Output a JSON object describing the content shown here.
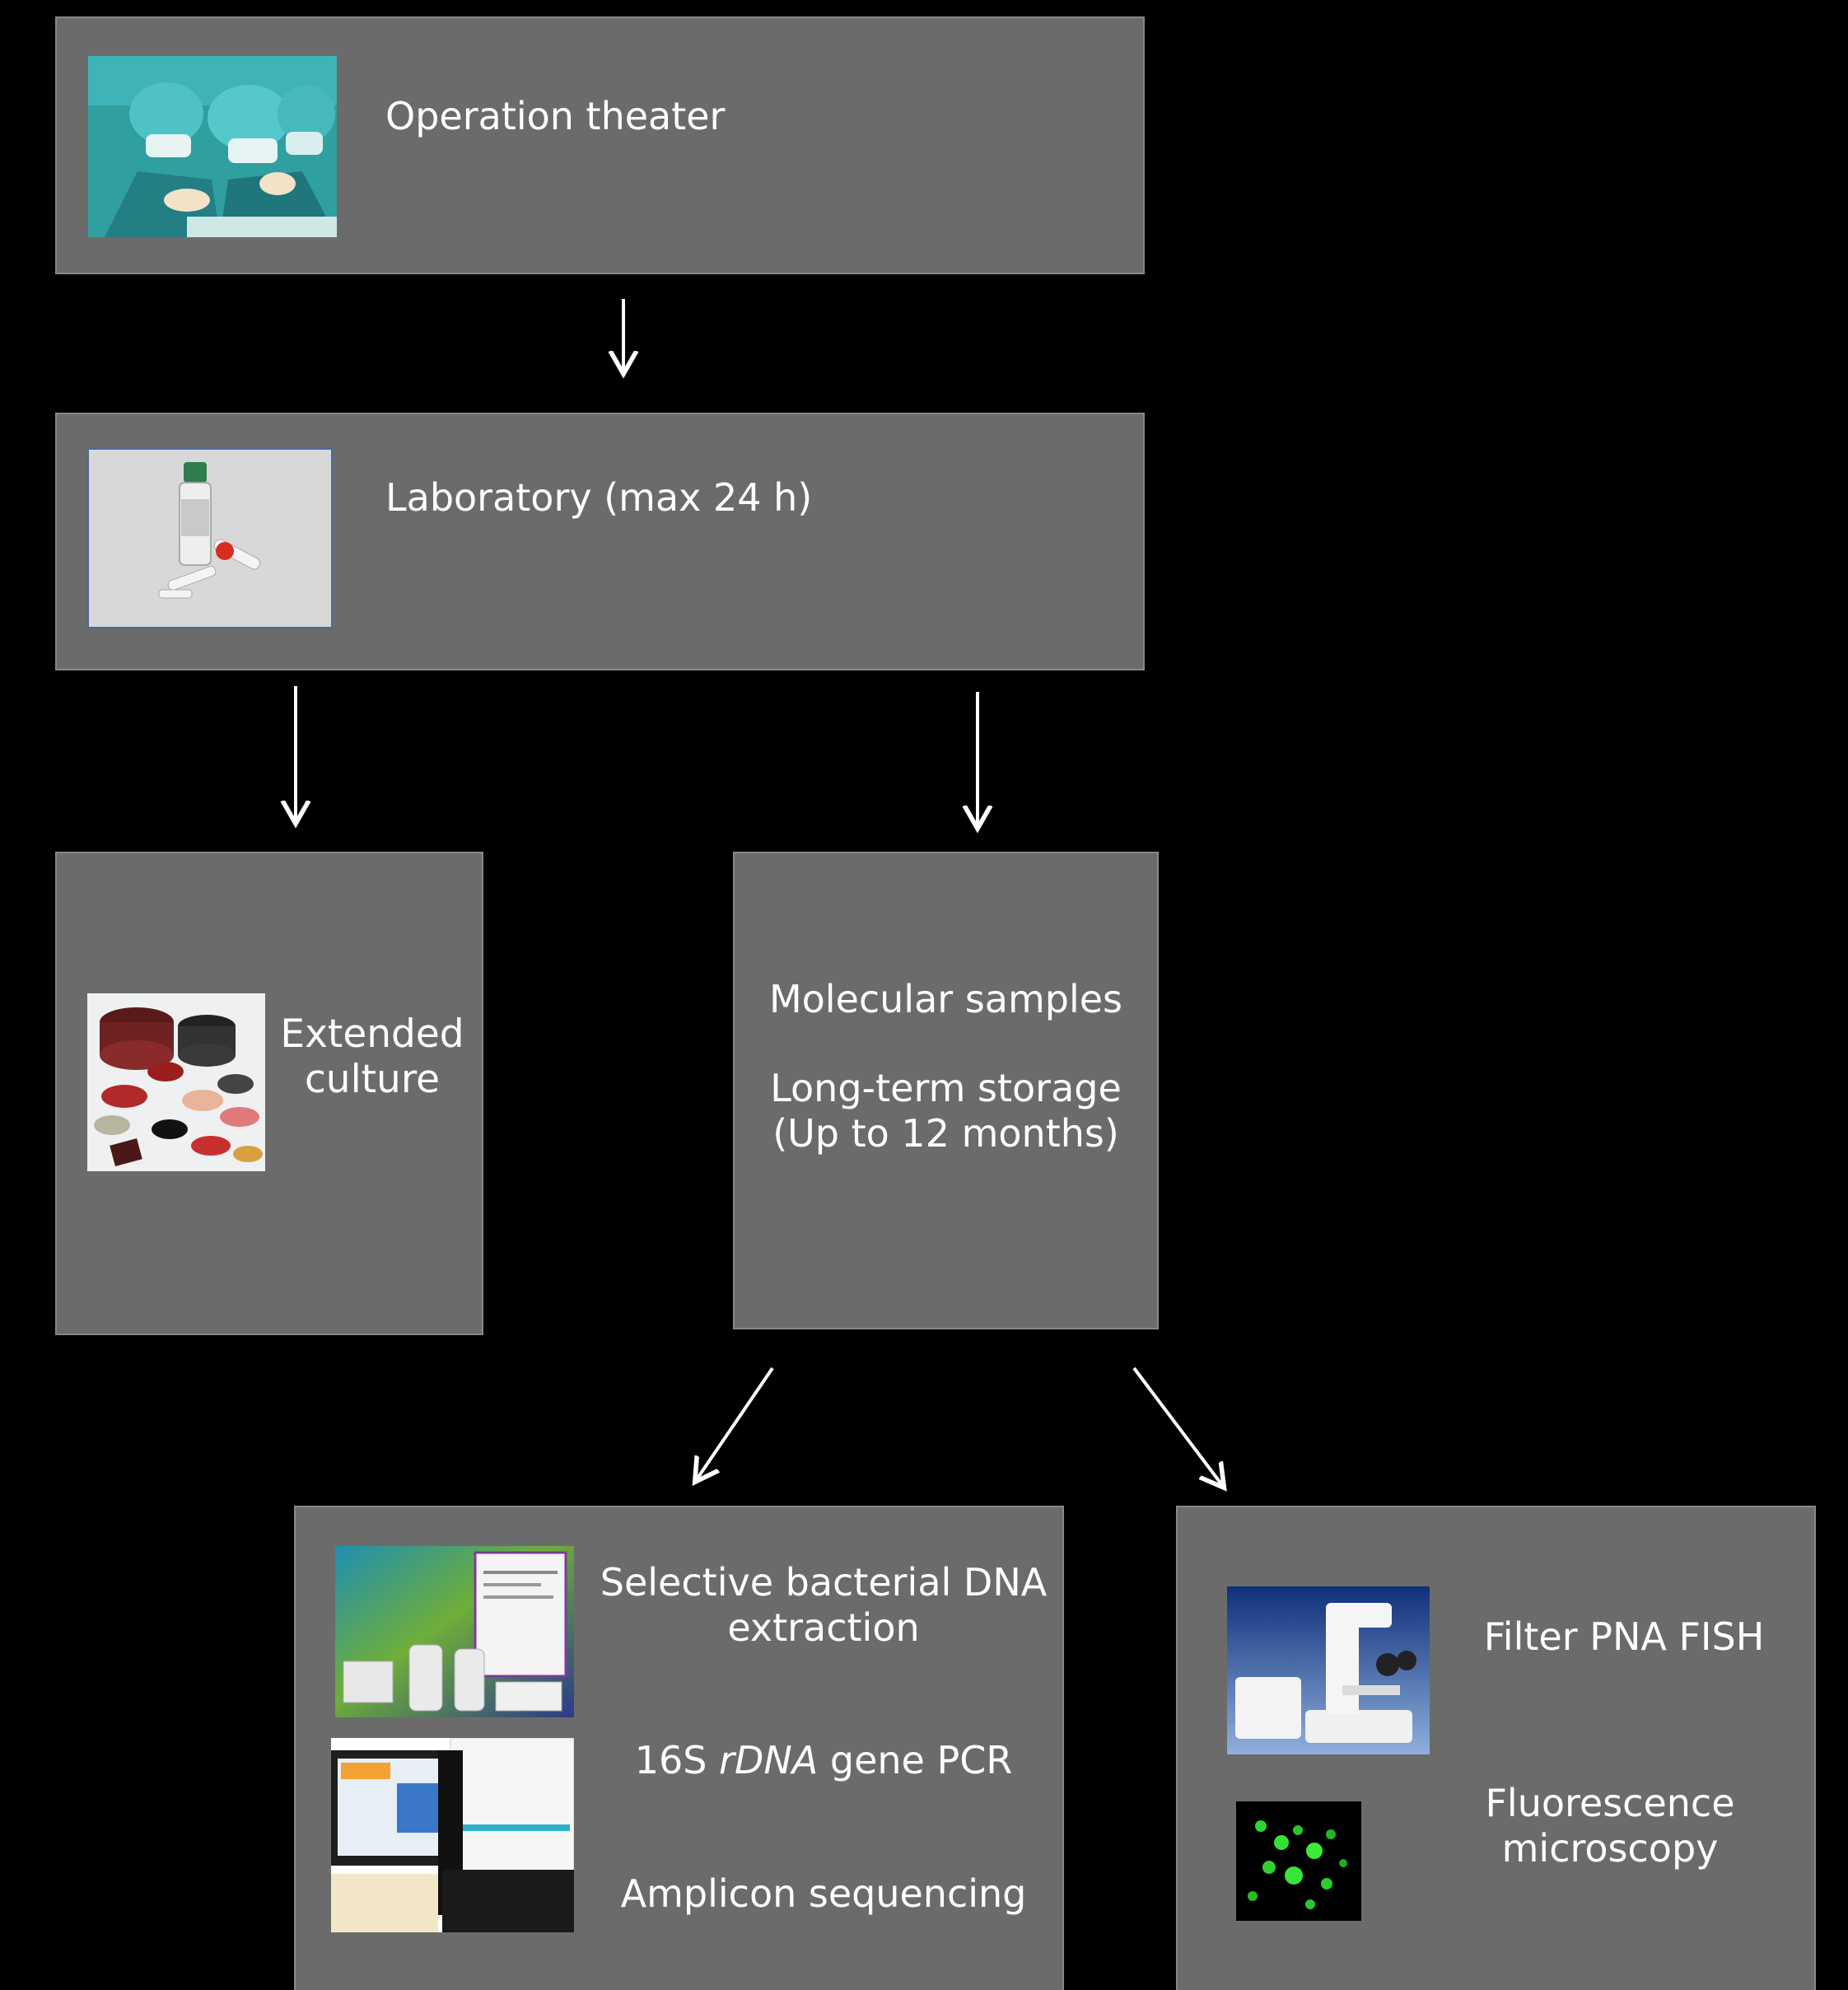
{
  "steps": {
    "operation": {
      "label": "Operation theater"
    },
    "laboratory": {
      "label": "Laboratory (max 24 h)"
    },
    "culture": {
      "label": "Extended culture"
    },
    "molecular": {
      "title": "Molecular samples",
      "storage_line1": "Long-term storage",
      "storage_line2": "(Up to 12 months)"
    },
    "sequencing": {
      "extraction": "Selective bacterial DNA extraction",
      "pcr_prefix": "16S ",
      "pcr_italic": "rDNA",
      "pcr_suffix": " gene PCR",
      "amplicon": "Amplicon sequencing"
    },
    "fish": {
      "filter": "Filter PNA FISH",
      "fluorescence": "Fluorescence microscopy"
    }
  },
  "colors": {
    "background": "#000000",
    "box": "#6b6b6b",
    "arrow": "#ffffff",
    "text": "#ffffff"
  }
}
